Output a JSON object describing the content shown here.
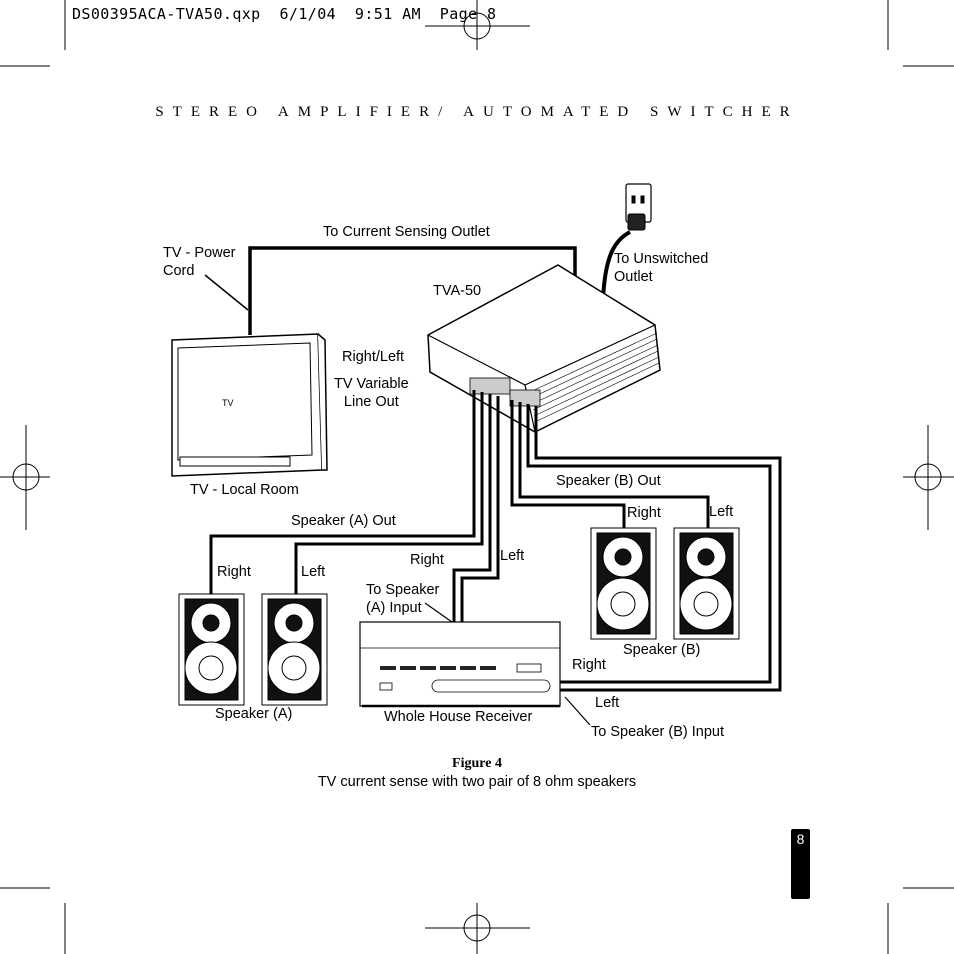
{
  "slug_line": "DS00395ACA-TVA50.qxp  6/1/04  9:51 AM  Page 8",
  "header": "STEREO AMPLIFIER/ AUTOMATED SWITCHER",
  "labels": {
    "to_current_sensing_outlet": "To Current Sensing Outlet",
    "tv_power_cord": "TV - Power\nCord",
    "to_unswitched_outlet": "To Unswitched\nOutlet",
    "tva50": "TVA-50",
    "right_left": "Right/Left",
    "tv_variable_line_out": "TV Variable\nLine Out",
    "tv": "TV",
    "tv_local_room": "TV - Local Room",
    "speaker_b_out": "Speaker (B) Out",
    "speaker_a_out": "Speaker (A) Out",
    "right_b_top": "Right",
    "left_b_top": "Left",
    "right_recv": "Right",
    "left_recv": "Left",
    "right_a": "Right",
    "left_a": "Left",
    "to_speaker_a_input": "To Speaker\n(A) Input",
    "speaker_b": "Speaker (B)",
    "right_b_bottom": "Right",
    "left_b_bottom": "Left",
    "speaker_a": "Speaker (A)",
    "whole_house_receiver": "Whole House Receiver",
    "to_speaker_b_input": "To Speaker (B) Input"
  },
  "figure": {
    "title": "Figure 4",
    "caption": "TV current sense with two pair of 8 ohm speakers"
  },
  "page_number": "8"
}
